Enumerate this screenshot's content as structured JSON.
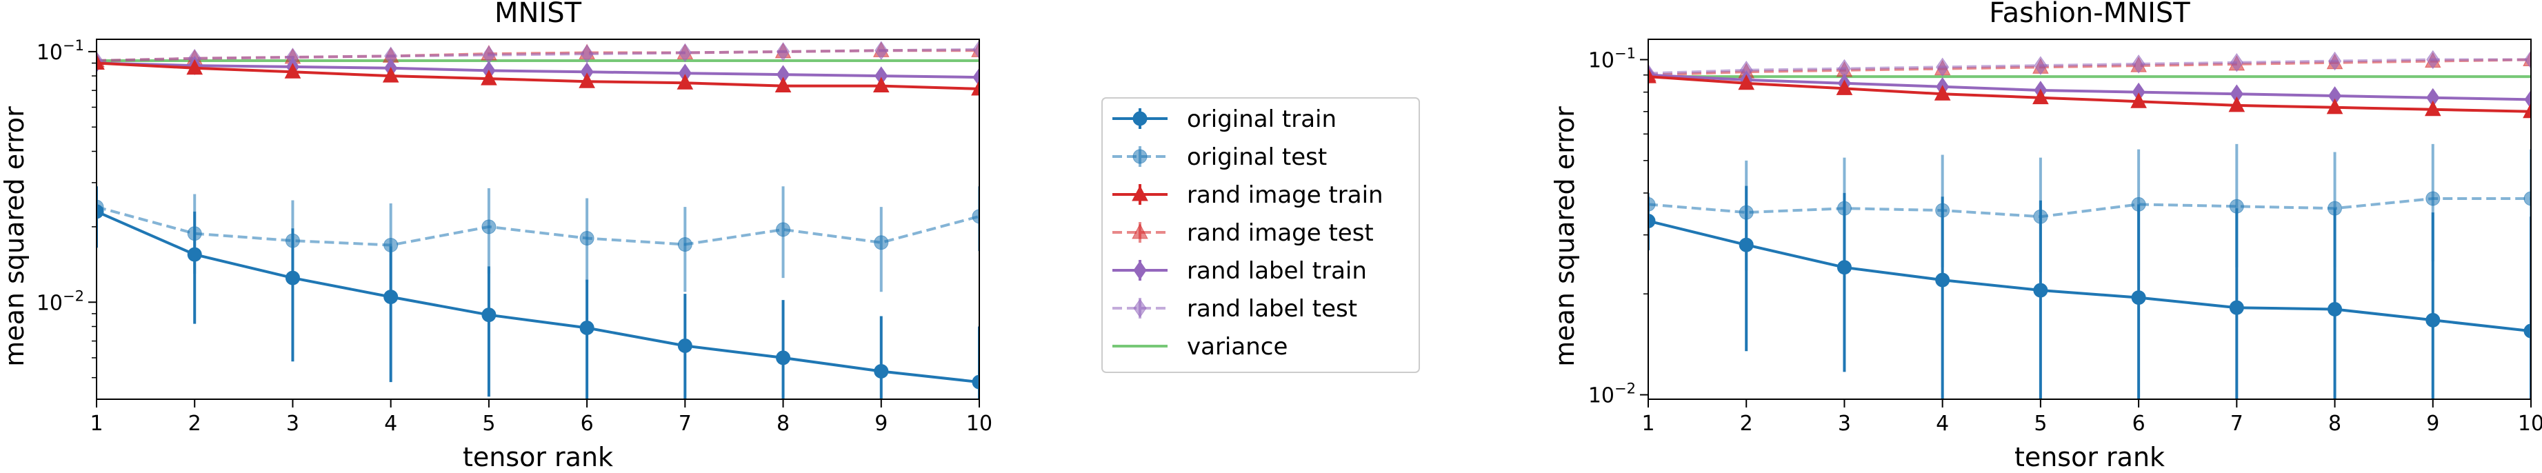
{
  "colors": {
    "original": "#1f77b4",
    "rand_image": "#d62728",
    "rand_label": "#9467bd",
    "variance": "#77c877"
  },
  "legend": {
    "entries": [
      {
        "label": "original train",
        "color": "#1f77b4",
        "dashed": false,
        "marker": "circle",
        "alpha": 1
      },
      {
        "label": "original test",
        "color": "#1f77b4",
        "dashed": true,
        "marker": "circle",
        "alpha": 0.55
      },
      {
        "label": "rand image train",
        "color": "#d62728",
        "dashed": false,
        "marker": "triangle",
        "alpha": 1
      },
      {
        "label": "rand image test",
        "color": "#d62728",
        "dashed": true,
        "marker": "triangle",
        "alpha": 0.55
      },
      {
        "label": "rand label train",
        "color": "#9467bd",
        "dashed": false,
        "marker": "diamond",
        "alpha": 1
      },
      {
        "label": "rand label test",
        "color": "#9467bd",
        "dashed": true,
        "marker": "diamond",
        "alpha": 0.55
      },
      {
        "label": "variance",
        "color": "#77c877",
        "dashed": false,
        "marker": "none",
        "alpha": 1
      }
    ]
  },
  "chart_data": [
    {
      "type": "line",
      "title": "MNIST",
      "xlabel": "tensor rank",
      "ylabel": "mean squared error",
      "yscale": "log",
      "xlim": [
        1,
        10
      ],
      "ylim": [
        0.0041,
        0.112
      ],
      "x": [
        1,
        2,
        3,
        4,
        5,
        6,
        7,
        8,
        9,
        10
      ],
      "xticks": [
        "1",
        "2",
        "3",
        "4",
        "5",
        "6",
        "7",
        "8",
        "9",
        "10"
      ],
      "yticks": [
        {
          "value": 0.01,
          "base": "10",
          "exp": "−2"
        },
        {
          "value": 0.1,
          "base": "10",
          "exp": "−1"
        }
      ],
      "series": [
        {
          "name": "original train",
          "values": [
            0.023,
            0.0155,
            0.0125,
            0.0105,
            0.0089,
            0.0079,
            0.0067,
            0.006,
            0.0053,
            0.0048
          ],
          "err_low": [
            0.0165,
            0.0082,
            0.0058,
            0.0048,
            0.0042,
            0.0041,
            0.0041,
            0.0041,
            0.0041,
            0.0041
          ],
          "err_high": [
            0.029,
            0.023,
            0.0197,
            0.0167,
            0.0139,
            0.0123,
            0.0108,
            0.0102,
            0.0088,
            0.008
          ]
        },
        {
          "name": "original test",
          "values": [
            0.024,
            0.0188,
            0.0176,
            0.0169,
            0.02,
            0.018,
            0.017,
            0.0195,
            0.0173,
            0.022
          ],
          "err_low": [
            0.021,
            0.013,
            0.012,
            0.011,
            0.013,
            0.012,
            0.011,
            0.0125,
            0.011,
            0.016
          ],
          "err_high": [
            0.027,
            0.027,
            0.0255,
            0.0248,
            0.0285,
            0.026,
            0.024,
            0.029,
            0.024,
            0.029
          ]
        },
        {
          "name": "rand image train",
          "values": [
            0.09,
            0.086,
            0.083,
            0.08,
            0.078,
            0.076,
            0.075,
            0.073,
            0.073,
            0.071
          ]
        },
        {
          "name": "rand image test",
          "values": [
            0.092,
            0.094,
            0.095,
            0.096,
            0.098,
            0.099,
            0.099,
            0.1,
            0.101,
            0.101
          ]
        },
        {
          "name": "rand label train",
          "values": [
            0.09,
            0.088,
            0.087,
            0.086,
            0.084,
            0.083,
            0.082,
            0.081,
            0.08,
            0.079
          ]
        },
        {
          "name": "rand label test",
          "values": [
            0.092,
            0.094,
            0.095,
            0.096,
            0.097,
            0.098,
            0.099,
            0.1,
            0.101,
            0.102
          ]
        },
        {
          "name": "variance",
          "values": [
            0.092,
            0.092,
            0.092,
            0.092,
            0.092,
            0.092,
            0.092,
            0.092,
            0.092,
            0.092
          ]
        }
      ]
    },
    {
      "type": "line",
      "title": "Fashion-MNIST",
      "xlabel": "tensor rank",
      "ylabel": "mean squared error",
      "yscale": "log",
      "xlim": [
        1,
        10
      ],
      "ylim": [
        0.0097,
        0.115
      ],
      "x": [
        1,
        2,
        3,
        4,
        5,
        6,
        7,
        8,
        9,
        10
      ],
      "xticks": [
        "1",
        "2",
        "3",
        "4",
        "5",
        "6",
        "7",
        "8",
        "9",
        "10"
      ],
      "yticks": [
        {
          "value": 0.01,
          "base": "10",
          "exp": "−2"
        },
        {
          "value": 0.1,
          "base": "10",
          "exp": "−1"
        }
      ],
      "series": [
        {
          "name": "original train",
          "values": [
            0.033,
            0.028,
            0.024,
            0.022,
            0.0205,
            0.0195,
            0.0182,
            0.018,
            0.0167,
            0.0155
          ],
          "err_low": [
            0.027,
            0.0135,
            0.0117,
            0.0097,
            0.0097,
            0.0097,
            0.0097,
            0.0097,
            0.0097,
            0.0097
          ],
          "err_high": [
            0.039,
            0.042,
            0.04,
            0.039,
            0.038,
            0.037,
            0.036,
            0.036,
            0.035,
            0.034
          ]
        },
        {
          "name": "original test",
          "values": [
            0.037,
            0.035,
            0.036,
            0.0355,
            0.034,
            0.037,
            0.0365,
            0.036,
            0.0385,
            0.0385
          ],
          "err_low": [
            0.034,
            0.0235,
            0.0245,
            0.024,
            0.0232,
            0.0235,
            0.024,
            0.024,
            0.025,
            0.026
          ],
          "err_high": [
            0.04,
            0.05,
            0.051,
            0.052,
            0.051,
            0.054,
            0.056,
            0.053,
            0.056,
            0.054
          ]
        },
        {
          "name": "rand image train",
          "values": [
            0.089,
            0.085,
            0.082,
            0.079,
            0.077,
            0.075,
            0.073,
            0.072,
            0.071,
            0.07
          ]
        },
        {
          "name": "rand image test",
          "values": [
            0.09,
            0.092,
            0.093,
            0.094,
            0.095,
            0.096,
            0.097,
            0.098,
            0.099,
            0.1
          ]
        },
        {
          "name": "rand label train",
          "values": [
            0.09,
            0.087,
            0.085,
            0.083,
            0.081,
            0.08,
            0.079,
            0.078,
            0.077,
            0.076
          ]
        },
        {
          "name": "rand label test",
          "values": [
            0.091,
            0.093,
            0.094,
            0.095,
            0.096,
            0.097,
            0.098,
            0.099,
            0.1,
            0.1
          ]
        },
        {
          "name": "variance",
          "values": [
            0.089,
            0.089,
            0.089,
            0.089,
            0.089,
            0.089,
            0.089,
            0.089,
            0.089,
            0.089
          ]
        }
      ]
    }
  ]
}
